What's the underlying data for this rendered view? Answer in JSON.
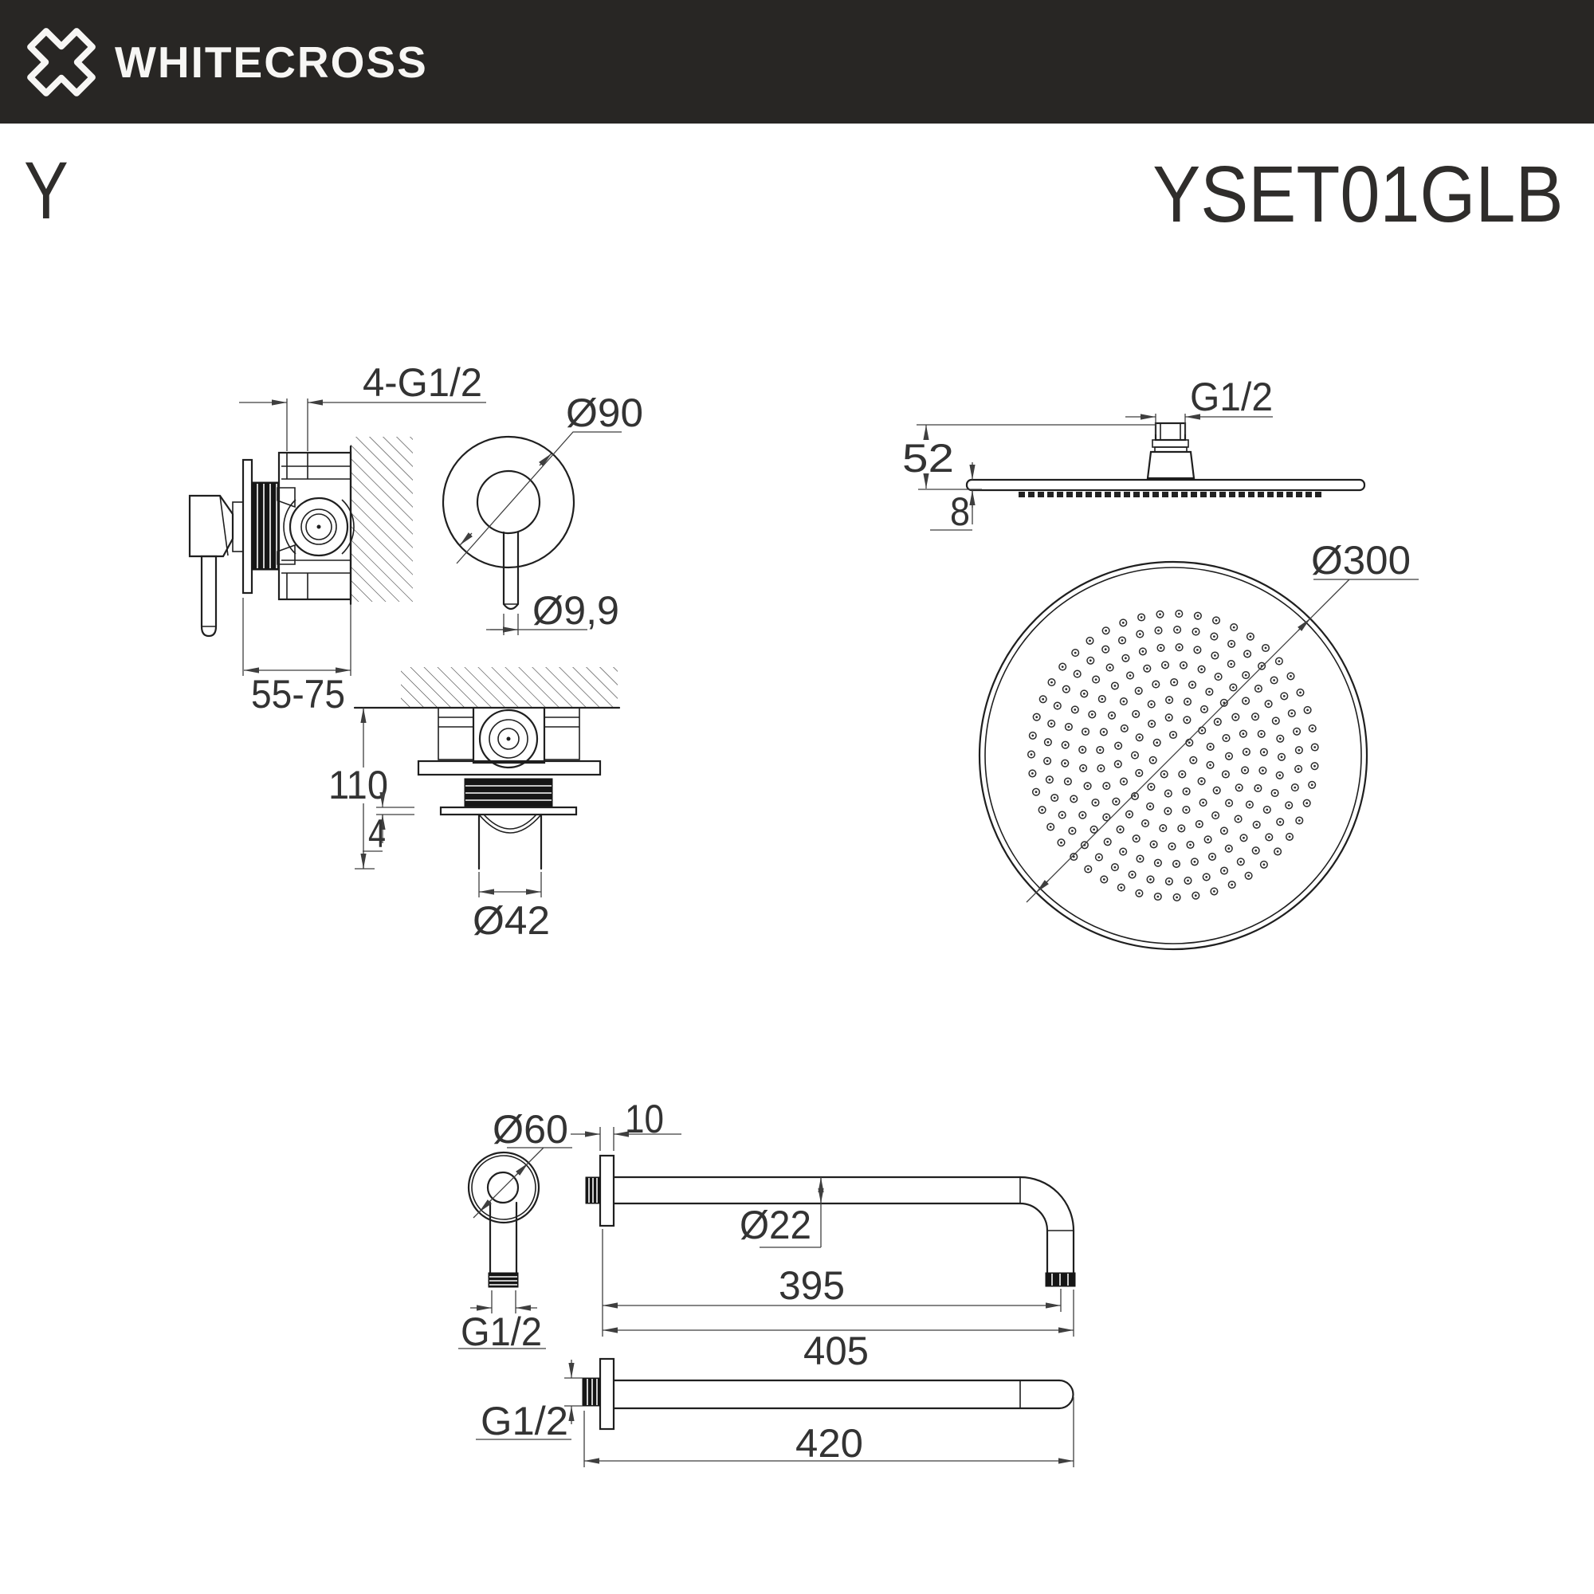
{
  "header": {
    "brand": "WHITECROSS"
  },
  "title": {
    "series": "Y",
    "model": "YSET01GLB"
  },
  "colors": {
    "bar": "#282624",
    "line": "#1f1f1f",
    "dim_text": "#333333",
    "accent_dark_fill": "#161616"
  },
  "views": {
    "mixer_side": {
      "dims": {
        "ports_thread": "4-G1/2",
        "mount_depth_range": "55-75"
      }
    },
    "mixer_front": {
      "dims": {
        "escutcheon_diameter": "Ø90",
        "handle_stem_diameter": "Ø9,9"
      }
    },
    "mixer_bottom": {
      "dims": {
        "body_height": "110",
        "plate_thickness": "4",
        "spout_diameter": "Ø42"
      }
    },
    "head_side": {
      "dims": {
        "connector_thread": "G1/2",
        "connector_height": "52",
        "disc_thickness": "8"
      }
    },
    "head_top": {
      "dims": {
        "head_diameter": "Ø300"
      }
    },
    "arm_side": {
      "dims": {
        "flange_thickness": "10",
        "tube_diameter": "Ø22",
        "length_to_drop": "395",
        "length_overall": "405"
      }
    },
    "arm_end": {
      "dims": {
        "flange_diameter": "Ø60",
        "outlet_thread": "G1/2"
      }
    },
    "arm_plan": {
      "dims": {
        "inlet_thread": "G1/2",
        "length_overall": "420"
      }
    }
  }
}
